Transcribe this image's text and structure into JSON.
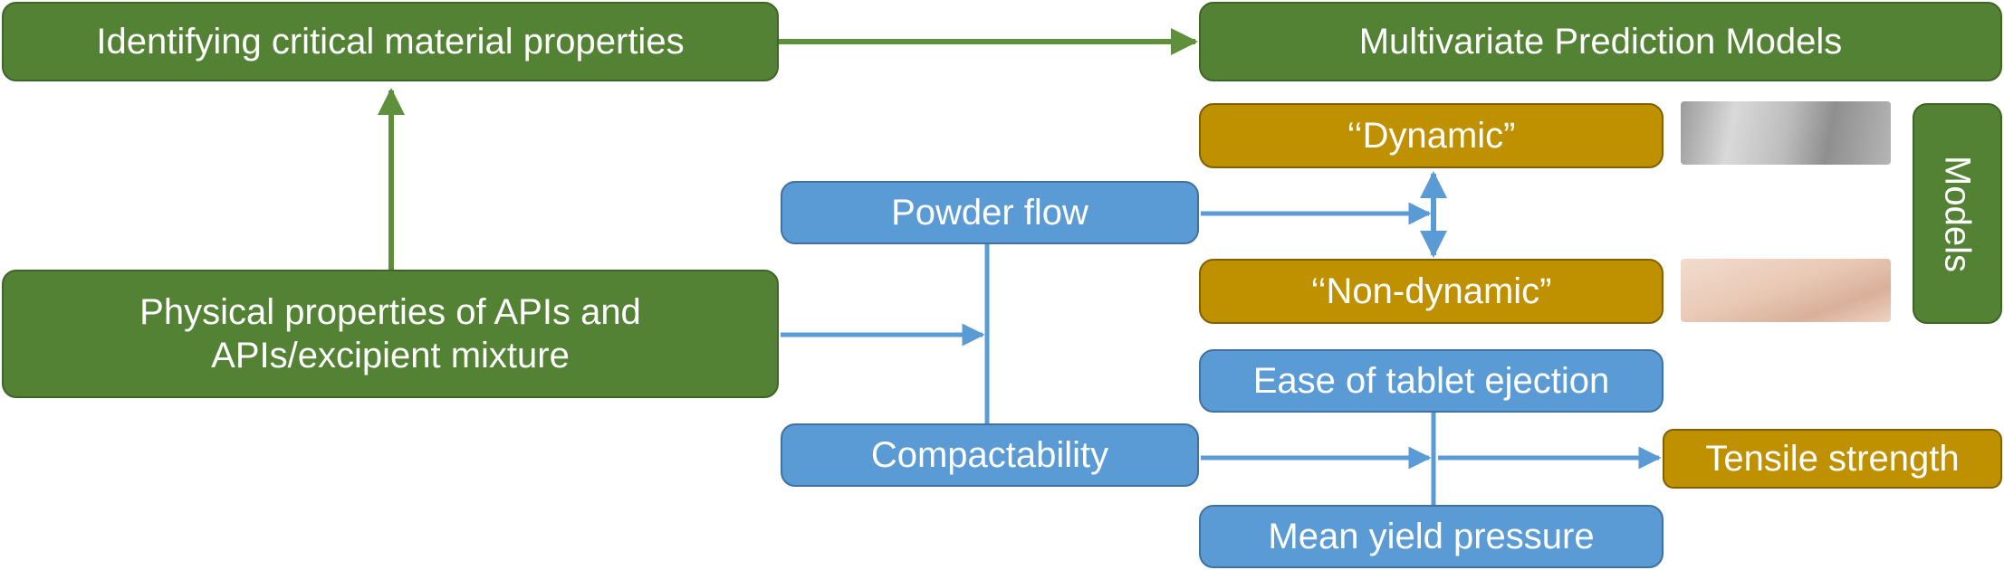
{
  "nodes": {
    "identifying": "Identifying critical material properties",
    "multivariate": "Multivariate Prediction Models",
    "physical_line1": "Physical properties of APIs and",
    "physical_line2": "APIs/excipient mixture",
    "powder_flow": "Powder flow",
    "compactability": "Compactability",
    "dynamic": "‘‘Dynamic”",
    "non_dynamic": "‘‘Non-dynamic”",
    "ease_ejection": "Ease of tablet ejection",
    "mean_yield": "Mean yield pressure",
    "tensile": "Tensile strength",
    "models": "Models"
  },
  "colors": {
    "green": "#548235",
    "blue": "#5b9bd5",
    "gold": "#bf9000",
    "arrow_green": "#5e8f3a",
    "arrow_blue": "#5b9bd5"
  }
}
